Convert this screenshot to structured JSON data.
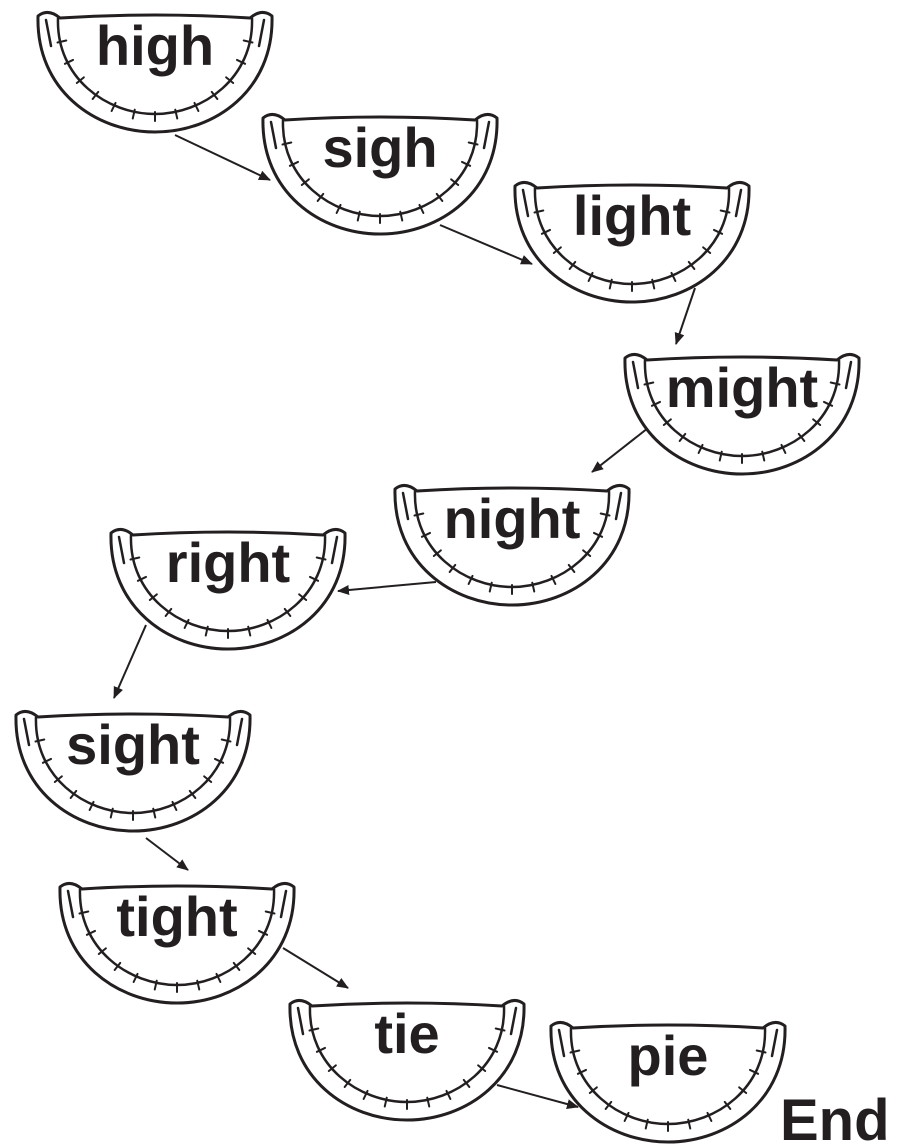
{
  "pies": [
    {
      "word": "high"
    },
    {
      "word": "sigh"
    },
    {
      "word": "light"
    },
    {
      "word": "might"
    },
    {
      "word": "night"
    },
    {
      "word": "right"
    },
    {
      "word": "sight"
    },
    {
      "word": "tight"
    },
    {
      "word": "tie"
    },
    {
      "word": "pie"
    }
  ],
  "end_label": "End",
  "colors": {
    "ink": "#231f20",
    "background": "#ffffff"
  }
}
